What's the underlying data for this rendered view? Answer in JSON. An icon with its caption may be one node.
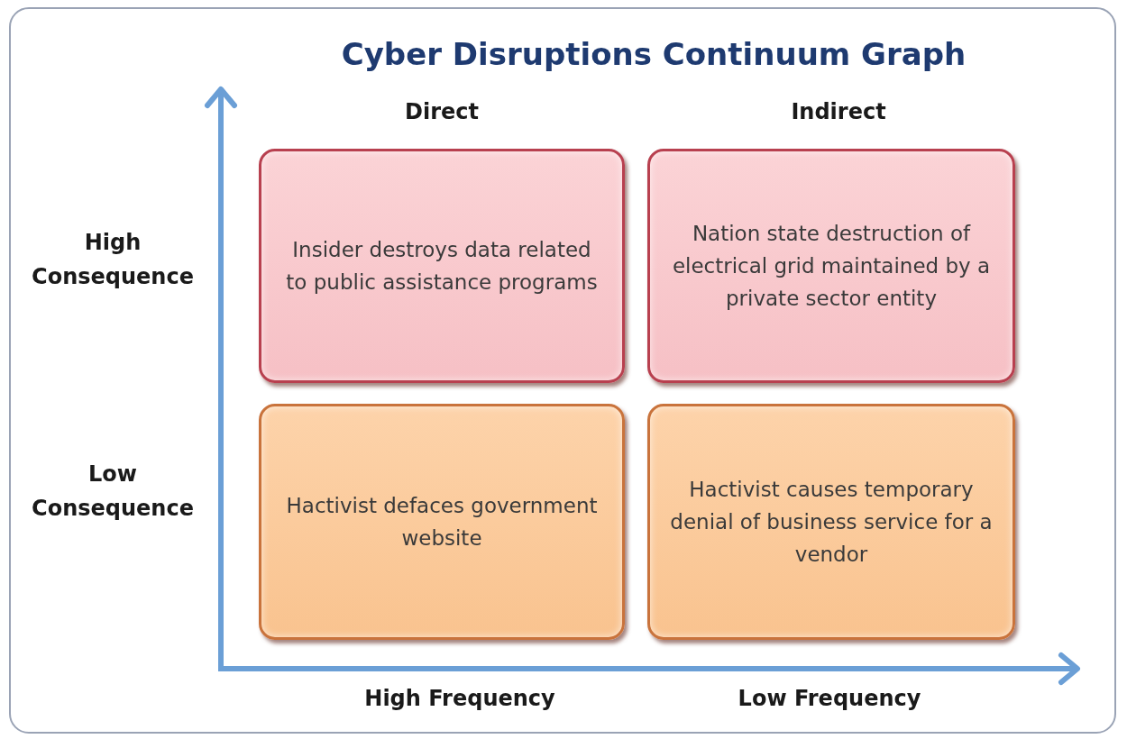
{
  "diagram": {
    "title": "Cyber Disruptions Continuum Graph",
    "nodes": [
      {
        "text": [
          "Insider destroys data related to public assistance programs"
        ]
      },
      {
        "text": [
          "Nation state destruction of electrical grid maintained by a private sector entity"
        ]
      },
      {
        "text": [
          "Hactivist defaces government website"
        ]
      },
      {
        "text": [
          "Hactivist causes temporary denial of business service for a vendor"
        ]
      }
    ],
    "edges": [],
    "labels": [
      "Direct",
      "Indirect",
      "High Consequence",
      "Low Consequence",
      "High Frequency",
      "Low Frequency"
    ]
  }
}
